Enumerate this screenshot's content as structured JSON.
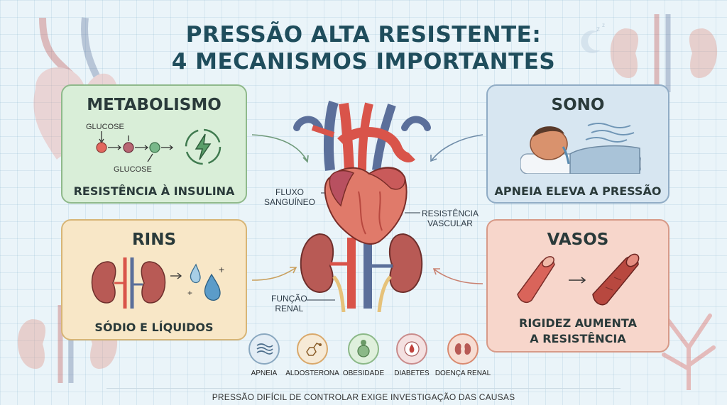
{
  "title": {
    "line1": "PRESSÃO ALTA RESISTENTE:",
    "line2": "4 MECANISMOS IMPORTANTES"
  },
  "cards": {
    "metabolismo": {
      "heading": "METABOLISMO",
      "glucose_top": "GLUCOSE",
      "glucose_bottom": "GLUCOSE",
      "caption": "RESISTÊNCIA À INSULINA"
    },
    "sono": {
      "heading": "SONO",
      "caption": "APNEIA ELEVA A PRESSÃO"
    },
    "rins": {
      "heading": "RINS",
      "caption": "SÓDIO E LÍQUIDOS"
    },
    "vasos": {
      "heading": "VASOS",
      "caption_line1": "RIGIDEZ AUMENTA",
      "caption_line2": "A RESISTÊNCIA"
    }
  },
  "labels": {
    "fluxo_1": "FLUXO",
    "fluxo_2": "SANGUÍNEO",
    "resistencia_1": "RESISTÊNCIA",
    "resistencia_2": "VASCULAR",
    "funcao_1": "FUNÇÃO",
    "funcao_2": "RENAL"
  },
  "factors": [
    {
      "label": "APNEIA",
      "icon": "breath-icon",
      "color": "#8aa8c0"
    },
    {
      "label": "ALDOSTERONA",
      "icon": "molecule-icon",
      "color": "#d9a86a"
    },
    {
      "label": "OBESIDADE",
      "icon": "body-icon",
      "color": "#8bb887"
    },
    {
      "label": "DIABETES",
      "icon": "blood-drop-icon",
      "color": "#c98b8b"
    },
    {
      "label": "DOENÇA RENAL",
      "icon": "kidney-icon",
      "color": "#d98a70"
    }
  ],
  "footer": "PRESSÃO DIFÍCIL DE CONTROLAR EXIGE INVESTIGAÇÃO DAS CAUSAS",
  "colors": {
    "title": "#1f4d5c",
    "metabolismo": "#d9eed8",
    "sono": "#d7e6f1",
    "rins": "#f8e7c7",
    "vasos": "#f7d6cb",
    "artery": "#d9544a",
    "vein": "#5b6f9a"
  }
}
